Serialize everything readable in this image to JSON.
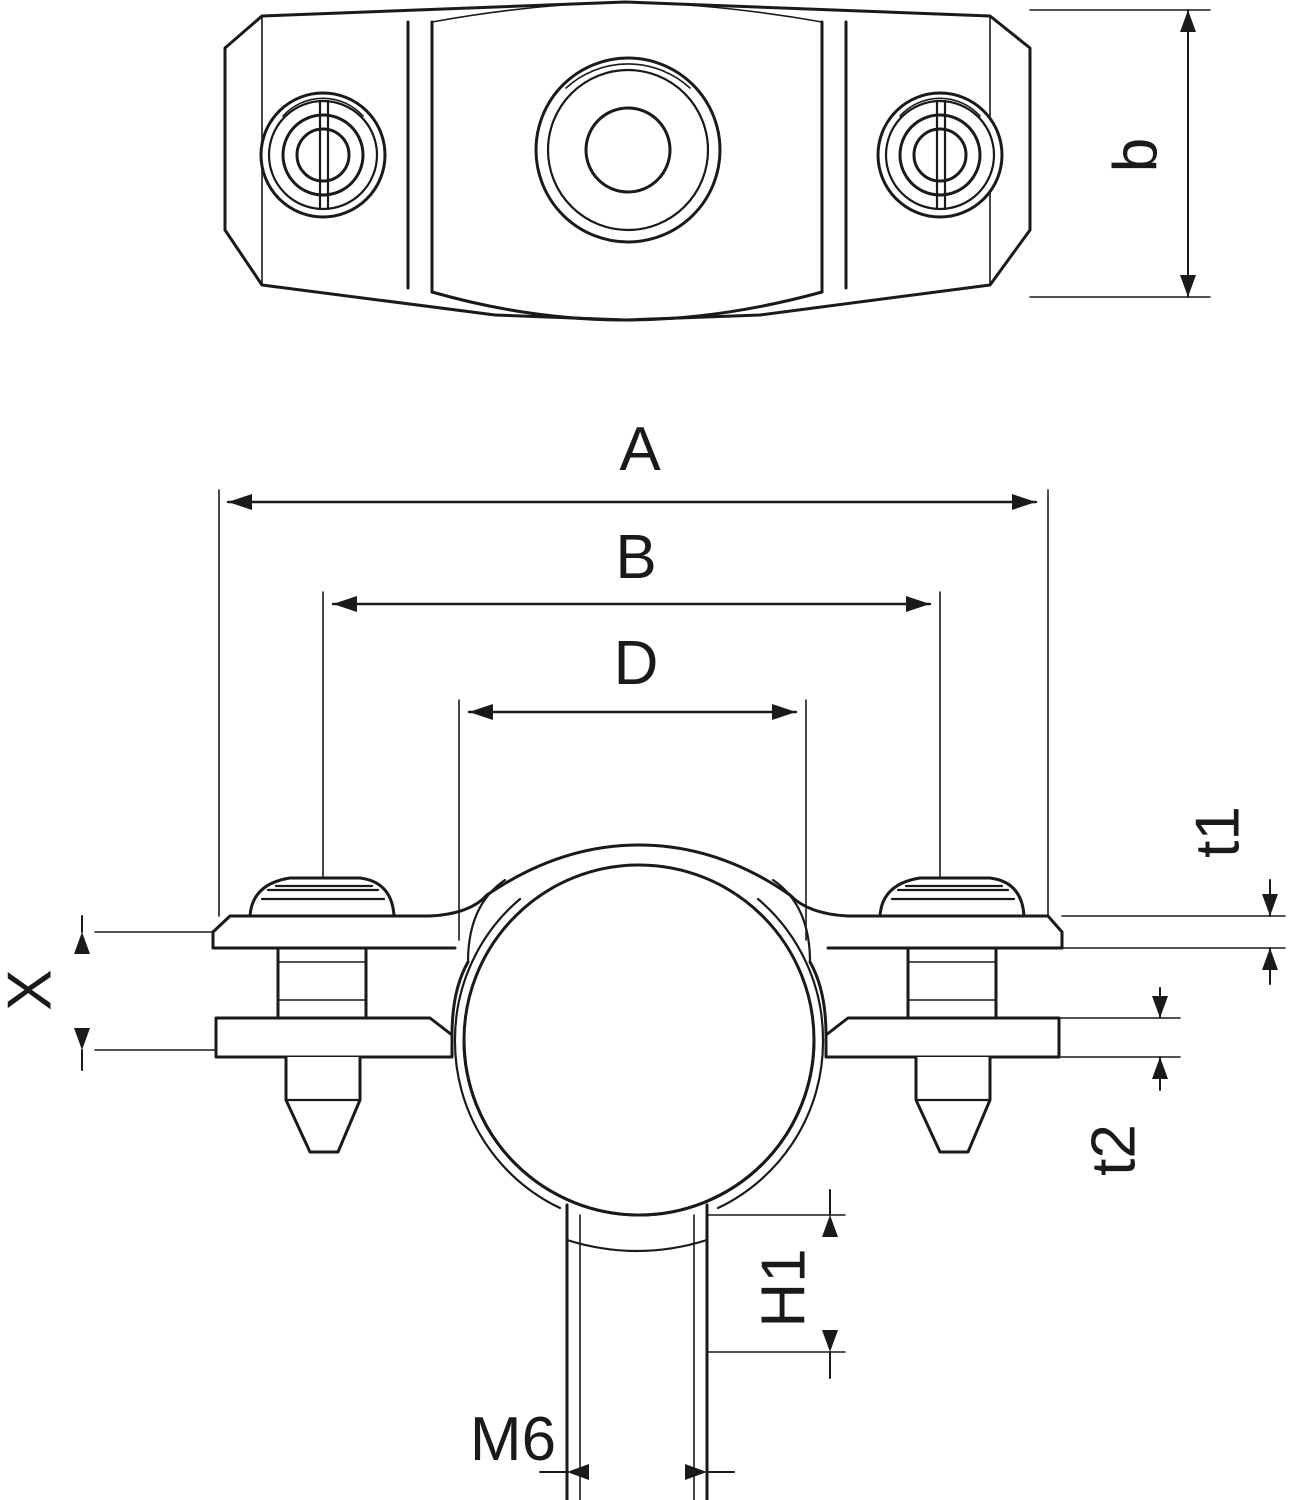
{
  "drawing": {
    "title": "Technical drawing - pipe clamp with base plate (top view and front view)",
    "line_color": "#1a1a1a",
    "fill_color": "#ffffff",
    "labels": {
      "b": "b",
      "A": "A",
      "B": "B",
      "D": "D",
      "X": "X",
      "t1": "t1",
      "t2": "t2",
      "H1": "H1",
      "M6": "M6"
    }
  }
}
